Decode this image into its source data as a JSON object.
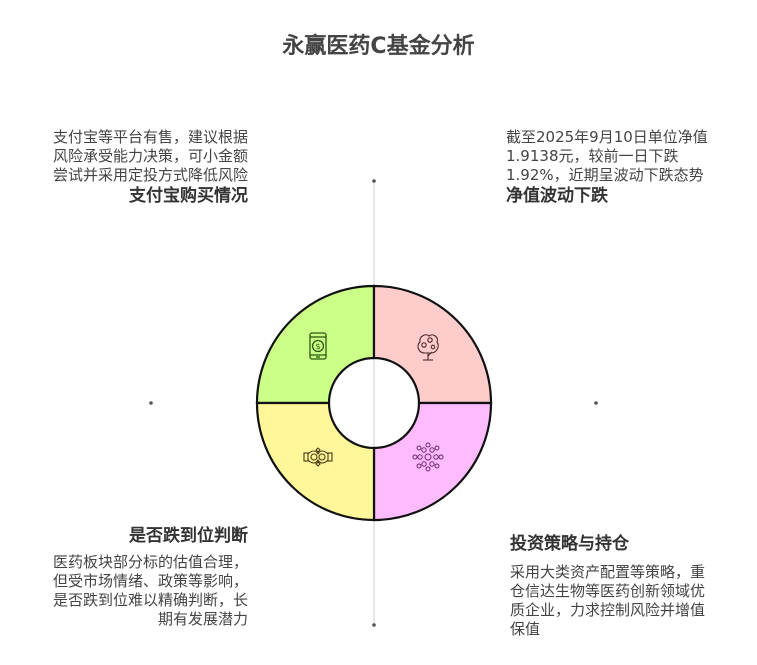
{
  "title": "永赢医药C基金分析",
  "colors": {
    "green": "#ccff88",
    "pink": "#ffcccc",
    "yellow": "#fff799",
    "magenta": "#ffbbff",
    "outline": "#111111",
    "guide": "#dddddd"
  },
  "sections": [
    {
      "position": "top-left",
      "heading": "支付宝购买情况",
      "text": "支付宝等平台有售，建议根据风险承受能力决策，可小金额尝试并采用定投方式降低风险",
      "icon": "mobile-payment-icon",
      "color": "#ccff88"
    },
    {
      "position": "top-right",
      "heading": "净值波动下跌",
      "text": "截至2025年9月10日单位净值1.9138元，较前一日下跌1.92%，近期呈波动下跌态势",
      "icon": "money-tree-icon",
      "color": "#ffcccc"
    },
    {
      "position": "bottom-left",
      "heading": "是否跌到位判断",
      "text": "医药板块部分标的估值合理，但受市场情绪、政策等影响，是否跌到位难以精确判断，长期有发展潜力",
      "icon": "handshake-icon",
      "color": "#fff799"
    },
    {
      "position": "bottom-right",
      "heading": "投资策略与持仓",
      "text": "采用大类资产配置等策略，重仓信达生物等医药创新领域优质企业，力求控制风险并增值保值",
      "icon": "molecule-network-icon",
      "color": "#ffbbff"
    }
  ]
}
